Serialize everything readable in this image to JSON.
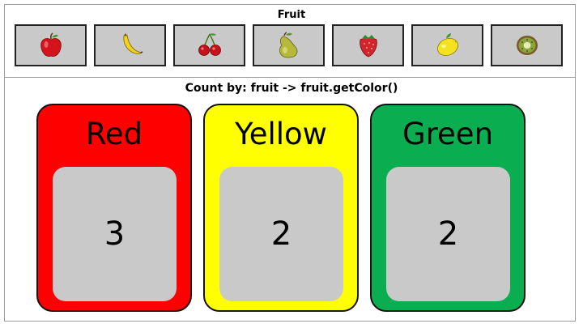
{
  "fruit_panel": {
    "title": "Fruit",
    "items": [
      {
        "icon": "apple-icon",
        "color": "#d4141c"
      },
      {
        "icon": "banana-icon",
        "color": "#f2d21a"
      },
      {
        "icon": "cherries-icon",
        "color": "#c8121a"
      },
      {
        "icon": "pear-icon",
        "color": "#b5b83a"
      },
      {
        "icon": "strawberry-icon",
        "color": "#d2242e"
      },
      {
        "icon": "lemon-icon",
        "color": "#f5e21e"
      },
      {
        "icon": "kiwi-icon",
        "color": "#8aa63a"
      }
    ]
  },
  "count_panel": {
    "title": "Count by: fruit -> fruit.getColor()",
    "groups": [
      {
        "label": "Red",
        "count": "3",
        "color": "#fe0000"
      },
      {
        "label": "Yellow",
        "count": "2",
        "color": "#ffff00"
      },
      {
        "label": "Green",
        "count": "2",
        "color": "#0aae50"
      }
    ]
  }
}
